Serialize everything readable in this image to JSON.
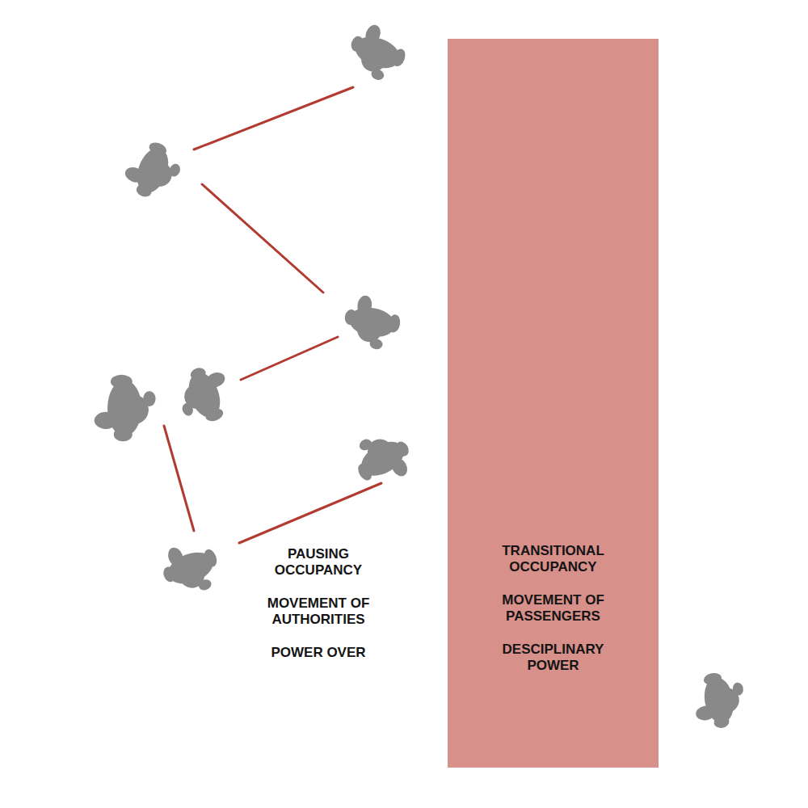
{
  "diagram": {
    "nodes": [
      {
        "text": [
          "TRANSITIONAL OCCUPANCY",
          "MOVEMENT OF PASSENGERS",
          "DESCIPLINARY POWER"
        ]
      }
    ],
    "labels": [
      "PAUSING OCCUPANCY",
      "MOVEMENT OF AUTHORITIES",
      "POWER OVER"
    ]
  }
}
